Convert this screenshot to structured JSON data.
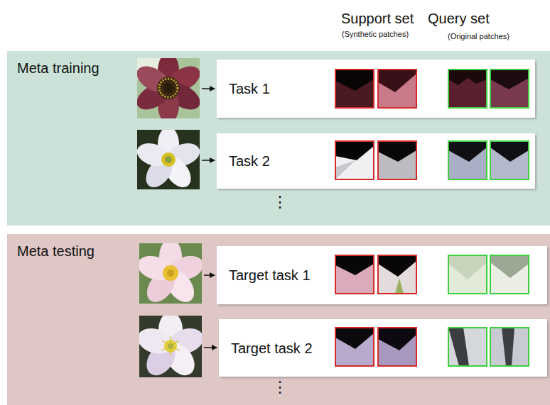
{
  "diagram": {
    "nodes": [
      {
        "text": [
          "Meta training"
        ]
      },
      {
        "text": [
          "Task 1"
        ],
        "in": 0
      },
      {
        "text": [
          "Task 2"
        ],
        "in": 0
      },
      {
        "text": [
          "Meta testing"
        ]
      },
      {
        "text": [
          "Target task 1"
        ],
        "in": 3
      },
      {
        "text": [
          "Target task 2"
        ],
        "in": 3
      }
    ],
    "labels": [
      "Support set",
      "(Synthetic patches)",
      "Query set",
      "(Original patches)",
      "⋮",
      "⋮"
    ]
  }
}
